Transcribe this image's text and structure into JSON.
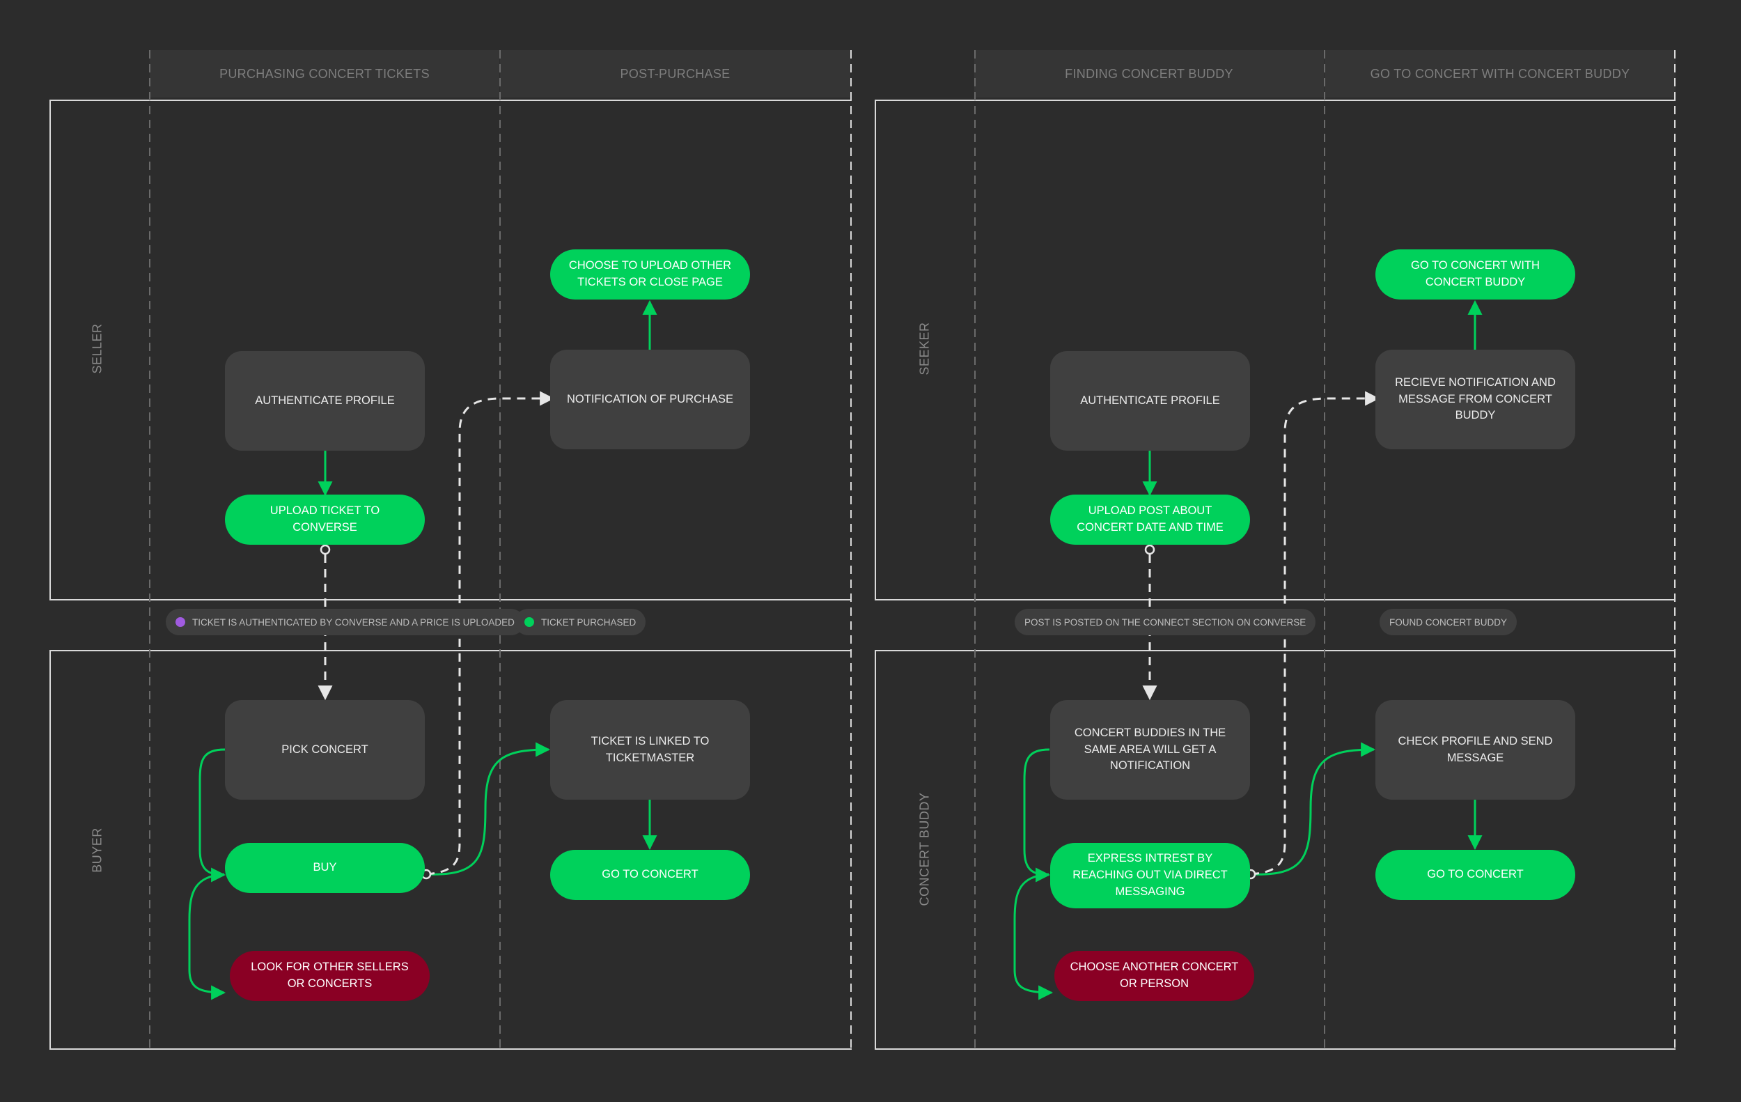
{
  "colors": {
    "background": "#2c2c2c",
    "green_node": "#00d15b",
    "grey_node": "#404040",
    "red_node": "#8a0024",
    "lane_border": "#d9d9d9",
    "dashed_connector": "#e6e6e6",
    "purple_dot": "#a05be0",
    "green_dot": "#00d15b"
  },
  "left_flow": {
    "columns": [
      "PURCHASING CONCERT TICKETS",
      "POST-PURCHASE"
    ],
    "lanes": [
      "SELLER",
      "BUYER"
    ],
    "nodes": {
      "authenticate": "AUTHENTICATE PROFILE",
      "upload": "UPLOAD TICKET TO CONVERSE",
      "notification": "NOTIFICATION OF PURCHASE",
      "choose_upload": "CHOOSE TO UPLOAD OTHER TICKETS OR CLOSE PAGE",
      "pick": "PICK CONCERT",
      "buy": "BUY",
      "look_other": "LOOK FOR OTHER SELLERS OR CONCERTS",
      "linked": "TICKET IS LINKED TO TICKETMASTER",
      "go_concert": "GO TO CONCERT"
    },
    "events": {
      "authenticated": "TICKET IS AUTHENTICATED BY CONVERSE AND A PRICE  IS  UPLOADED",
      "purchased": "TICKET PURCHASED"
    }
  },
  "right_flow": {
    "columns": [
      "FINDING CONCERT BUDDY",
      "GO TO CONCERT WITH CONCERT BUDDY"
    ],
    "lanes": [
      "SEEKER",
      "CONCERT BUDDY"
    ],
    "nodes": {
      "authenticate": "AUTHENTICATE PROFILE",
      "upload_post": "UPLOAD POST ABOUT CONCERT DATE AND TIME",
      "receive": "RECIEVE NOTIFICATION AND MESSAGE FROM CONCERT BUDDY",
      "go_with_buddy": "GO TO CONCERT WITH CONCERT BUDDY",
      "buddies_notified": "CONCERT BUDDIES IN THE SAME AREA WILL  GET A NOTIFICATION",
      "express": "EXPRESS INTREST BY REACHING OUT VIA DIRECT MESSAGING",
      "choose_another": "CHOOSE ANOTHER CONCERT OR PERSON",
      "check_profile": "CHECK PROFILE AND SEND MESSAGE",
      "go_concert": "GO TO CONCERT"
    },
    "events": {
      "posted": "POST IS POSTED ON THE CONNECT SECTION ON CONVERSE",
      "found": "FOUND CONCERT BUDDY"
    }
  }
}
